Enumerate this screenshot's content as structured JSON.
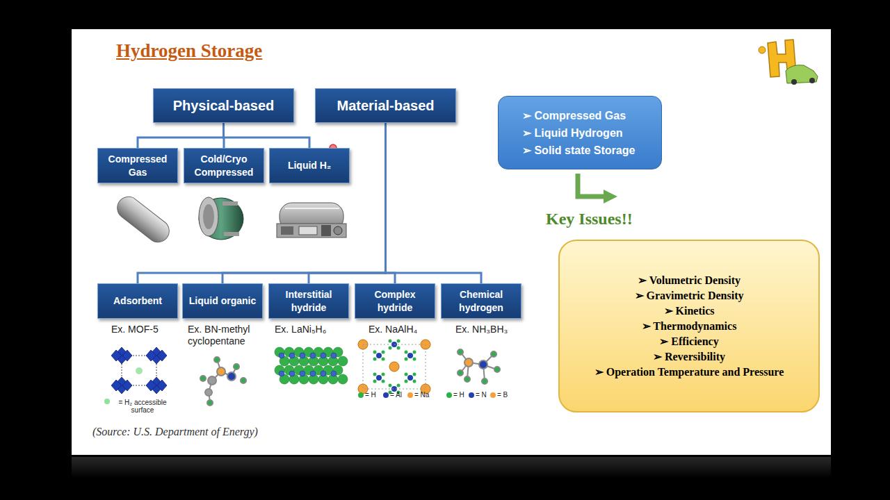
{
  "diagram": {
    "title": "Hydrogen Storage",
    "nodes": [
      {
        "text": [
          "Physical-based"
        ]
      },
      {
        "text": [
          "Material-based"
        ]
      },
      {
        "text": [
          "Compressed Gas"
        ]
      },
      {
        "text": [
          "Cold/Cryo Compressed"
        ]
      },
      {
        "text": [
          "Liquid H₂"
        ]
      },
      {
        "text": [
          "Adsorbent"
        ]
      },
      {
        "text": [
          "Liquid organic"
        ]
      },
      {
        "text": [
          "Interstitial hydride"
        ]
      },
      {
        "text": [
          "Complex hydride"
        ]
      },
      {
        "text": [
          "Chemical hydrogen"
        ]
      },
      {
        "text": [
          "➢ Compressed Gas",
          "➢ Liquid Hydrogen",
          "➢ Solid state Storage"
        ]
      },
      {
        "text": [
          "➢ Volumetric Density",
          "➢ Gravimetric Density",
          "➢ Kinetics",
          "➢ Thermodynamics",
          "➢ Efficiency",
          "➢ Reversibility",
          "➢ Operation Temperature and Pressure"
        ]
      }
    ],
    "edges": [
      {
        "from": 0,
        "to": 2,
        "arrow": "none"
      },
      {
        "from": 0,
        "to": 3,
        "arrow": "none"
      },
      {
        "from": 0,
        "to": 4,
        "arrow": "none"
      },
      {
        "from": 1,
        "to": 5,
        "arrow": "none"
      },
      {
        "from": 1,
        "to": 6,
        "arrow": "none"
      },
      {
        "from": 1,
        "to": 7,
        "arrow": "none"
      },
      {
        "from": 1,
        "to": 8,
        "arrow": "none"
      },
      {
        "from": 1,
        "to": 9,
        "arrow": "none"
      }
    ],
    "labels": [
      "Ex. MOF-5",
      "Ex. BN-methyl cyclopentane",
      "Ex. LaNi₅H₆",
      "Ex. NaAlH₄",
      "Ex. NH₃BH₃",
      "Key Issues!!",
      "(Source: U.S. Department of Energy)"
    ],
    "legend": [
      {
        "text": "= H₂ accessible surface",
        "color": "#8fe09a"
      },
      {
        "text": "= H",
        "color": "#2ab24a"
      },
      {
        "text": "= Al",
        "color": "#2340b0"
      },
      {
        "text": "= Na",
        "color": "#f3a23a"
      },
      {
        "text": "= H",
        "color": "#2ab24a"
      },
      {
        "text": "= N",
        "color": "#2340b0"
      },
      {
        "text": "= B",
        "color": "#f3a23a"
      }
    ]
  }
}
